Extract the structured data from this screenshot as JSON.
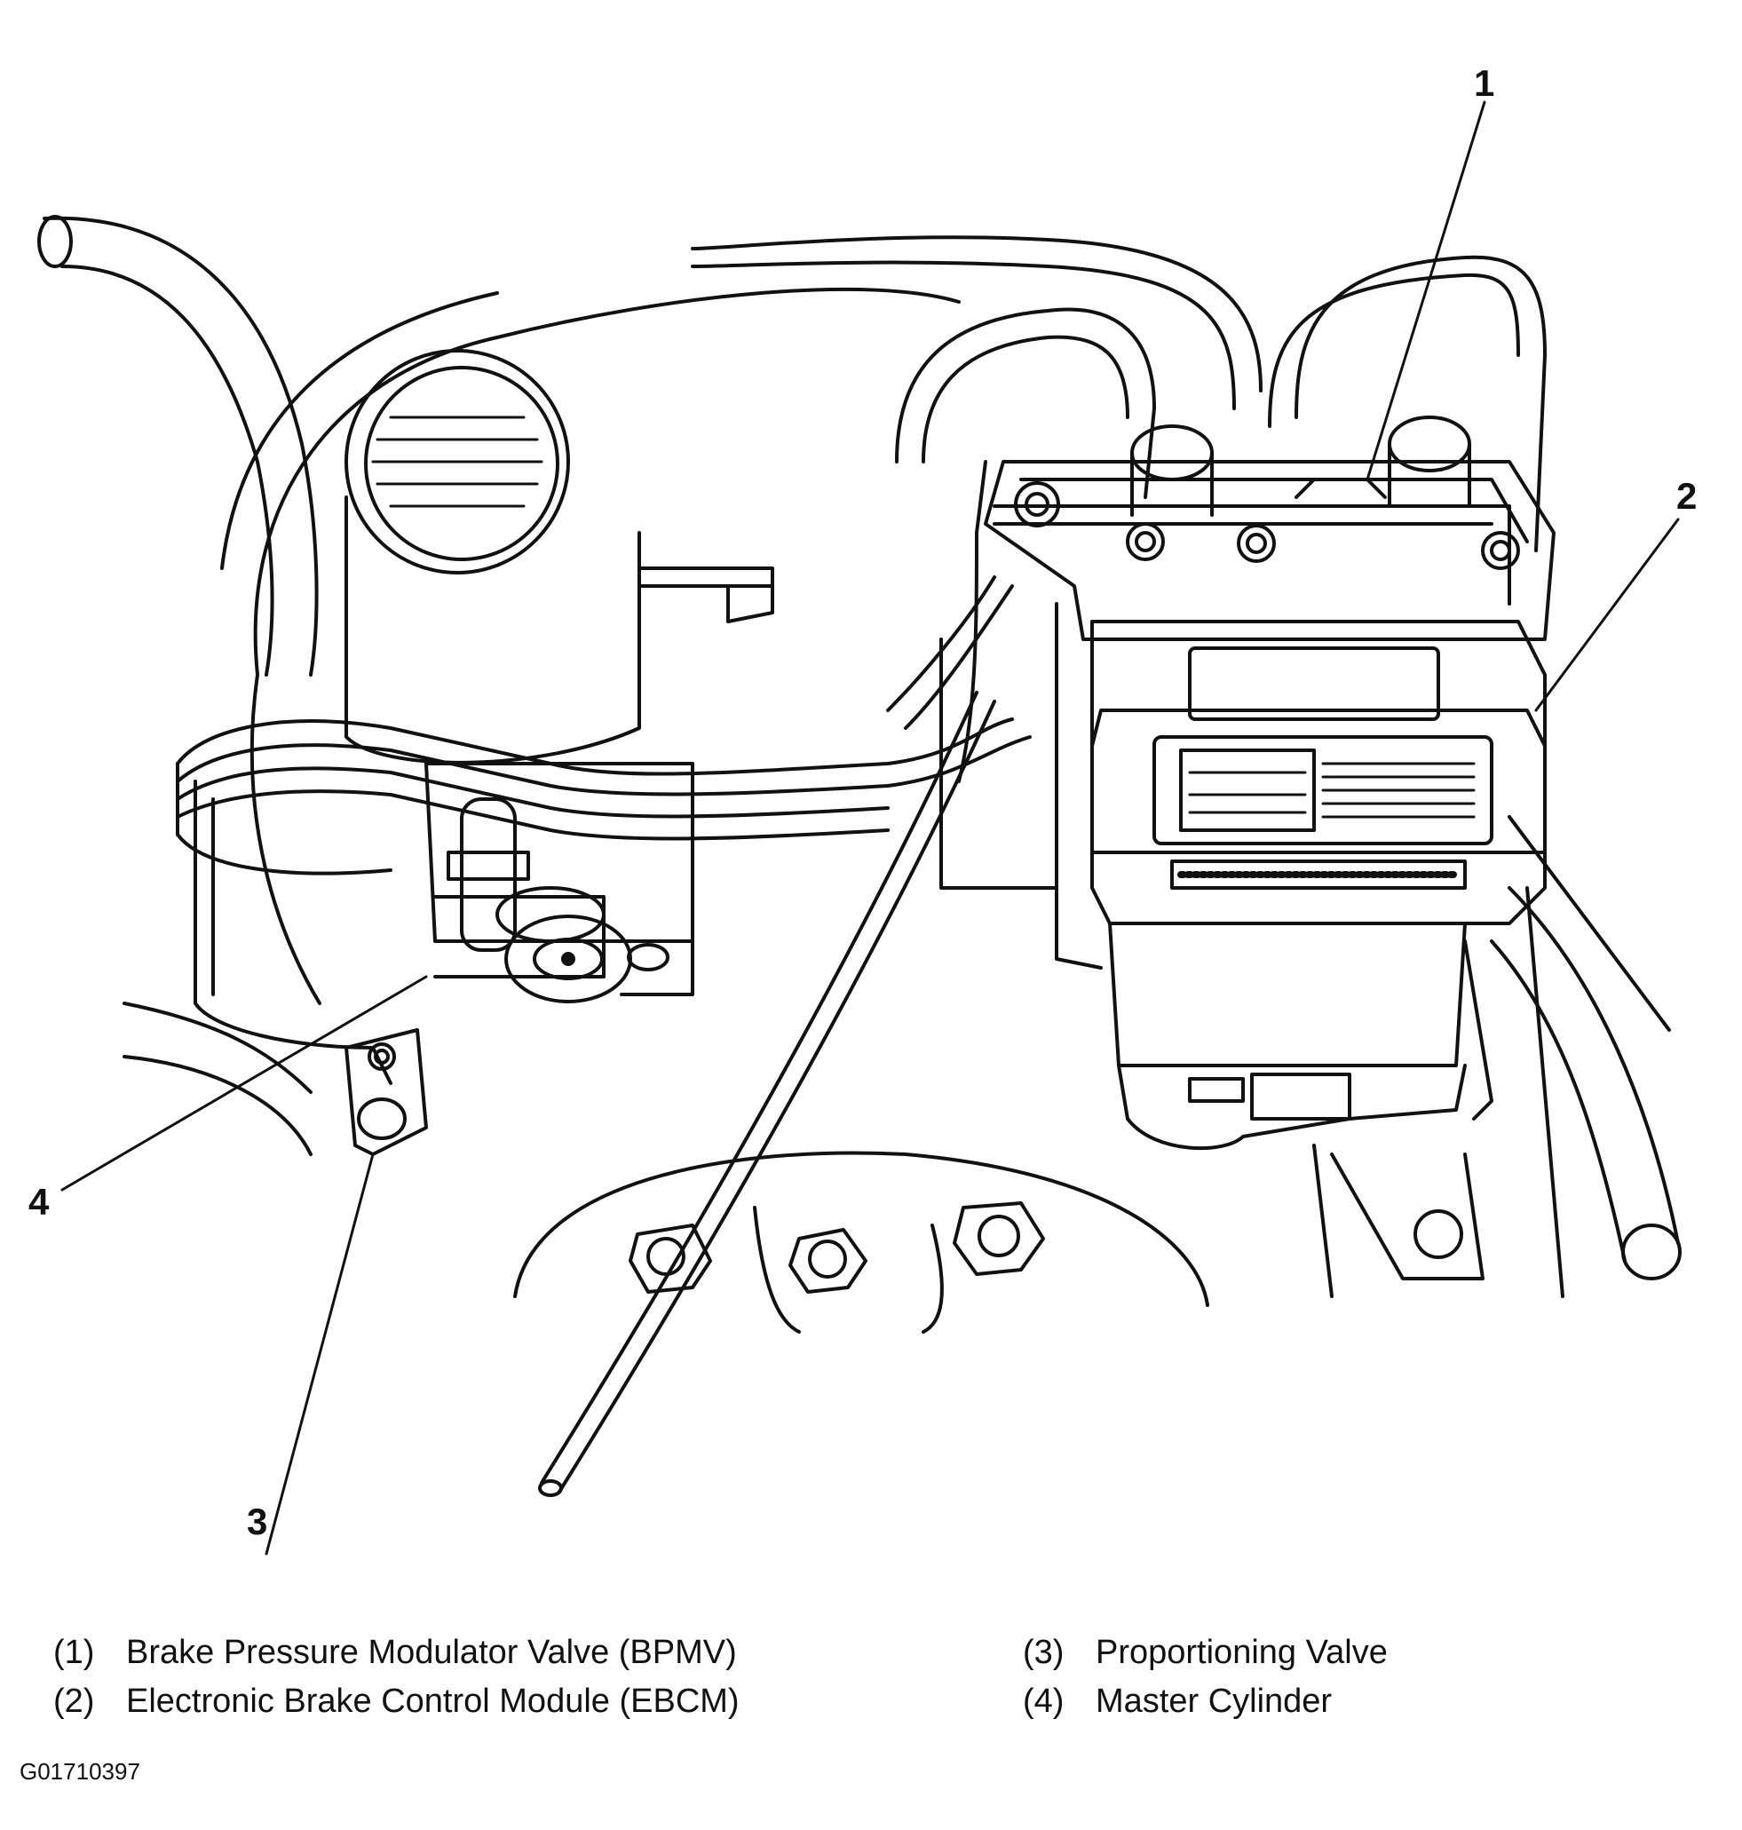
{
  "callouts": [
    {
      "number": "1"
    },
    {
      "number": "2"
    },
    {
      "number": "3"
    },
    {
      "number": "4"
    }
  ],
  "legend": [
    {
      "number": "(1)",
      "label": "Brake Pressure Modulator Valve (BPMV)"
    },
    {
      "number": "(2)",
      "label": "Electronic Brake Control Module (EBCM)"
    },
    {
      "number": "(3)",
      "label": "Proportioning Valve"
    },
    {
      "number": "(4)",
      "label": "Master Cylinder"
    }
  ],
  "figure_code": "G01710397",
  "colors": {
    "line": "#111111",
    "background": "#ffffff"
  }
}
